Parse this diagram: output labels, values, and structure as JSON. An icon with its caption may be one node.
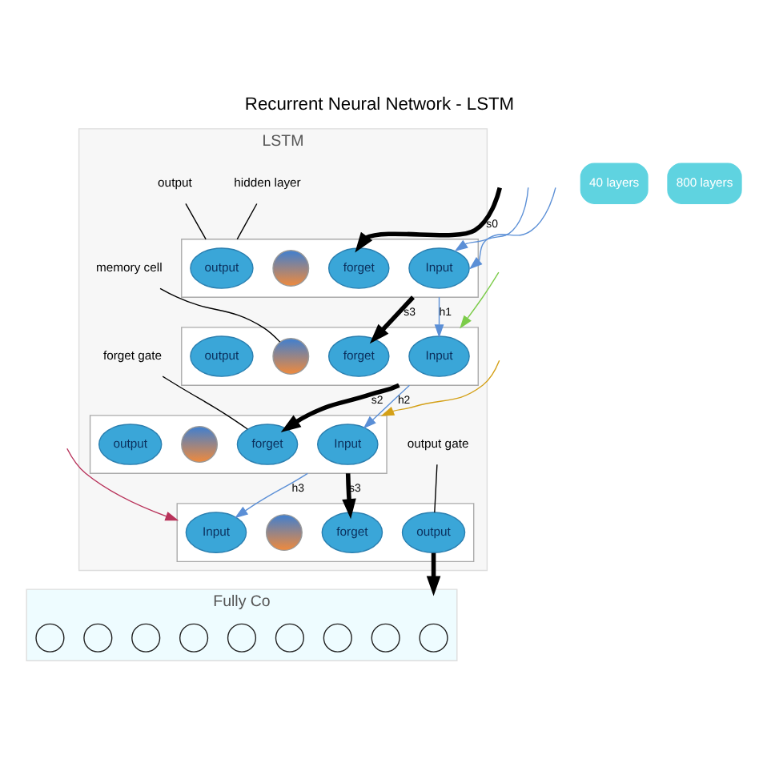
{
  "diagram": {
    "title": "Recurrent Neural Network - LSTM",
    "nodes": [
      {
        "text": [
          "LSTM"
        ]
      },
      {
        "text": [],
        "shape": "box",
        "in": 0
      },
      {
        "text": [
          "Input"
        ],
        "in": 1
      },
      {
        "text": [
          "forget"
        ],
        "in": 1
      },
      {
        "text": [],
        "shape": "circle",
        "in": 1
      },
      {
        "text": [
          "output"
        ],
        "in": 1
      },
      {
        "text": [],
        "shape": "box",
        "in": 0
      },
      {
        "text": [
          "Input"
        ],
        "in": 6
      },
      {
        "text": [
          "forget"
        ],
        "in": 6
      },
      {
        "text": [],
        "shape": "circle",
        "in": 6
      },
      {
        "text": [
          "output"
        ],
        "in": 6
      },
      {
        "text": [],
        "shape": "box",
        "in": 0
      },
      {
        "text": [
          "Input"
        ],
        "in": 11
      },
      {
        "text": [
          "forget"
        ],
        "in": 11
      },
      {
        "text": [],
        "shape": "circle",
        "in": 11
      },
      {
        "text": [
          "output"
        ],
        "in": 11
      },
      {
        "text": [],
        "shape": "box",
        "in": 0
      },
      {
        "text": [
          "Input"
        ],
        "in": 16
      },
      {
        "text": [
          "forget"
        ],
        "in": 16
      },
      {
        "text": [],
        "shape": "circle",
        "in": 16
      },
      {
        "text": [
          "output"
        ],
        "in": 16
      },
      {
        "text": [
          "Fully Co"
        ]
      },
      {
        "text": [],
        "shape": "circle",
        "in": 21
      },
      {
        "text": [],
        "shape": "circle",
        "in": 21
      },
      {
        "text": [],
        "shape": "circle",
        "in": 21
      },
      {
        "text": [],
        "shape": "circle",
        "in": 21
      },
      {
        "text": [],
        "shape": "circle",
        "in": 21
      },
      {
        "text": [],
        "shape": "circle",
        "in": 21
      },
      {
        "text": [],
        "shape": "circle",
        "in": 21
      },
      {
        "text": [],
        "shape": "circle",
        "in": 21
      },
      {
        "text": [],
        "shape": "circle",
        "in": 21
      },
      {
        "text": [
          "hidden layer"
        ],
        "in": 0
      },
      {
        "text": [
          "output"
        ],
        "in": 0
      },
      {
        "text": [
          "memory cell"
        ],
        "in": 0
      },
      {
        "text": [
          "output gate"
        ],
        "in": 0
      },
      {
        "text": [
          "forget gate"
        ],
        "in": 0
      }
    ],
    "edges": [
      {
        "from": null,
        "to": 3,
        "arrow": "to",
        "label": "s0",
        "style": "thick"
      },
      {
        "from": null,
        "to": 2,
        "arrow": "to",
        "color": "#5b8fd6"
      },
      {
        "from": null,
        "to": 2,
        "arrow": "to",
        "color": "#5b8fd6"
      },
      {
        "from": 1,
        "to": 7,
        "arrow": "to",
        "label": "h1",
        "color": "#5b8fd6"
      },
      {
        "from": 1,
        "to": 8,
        "arrow": "to",
        "label": "s3",
        "style": "thick"
      },
      {
        "from": null,
        "to": 6,
        "arrow": "to",
        "color": "#7ccc4a"
      },
      {
        "from": 6,
        "to": 12,
        "arrow": "to",
        "label": "h2",
        "color": "#5b8fd6"
      },
      {
        "from": 6,
        "to": 13,
        "arrow": "to",
        "label": "s2",
        "style": "thick"
      },
      {
        "from": null,
        "to": 11,
        "arrow": "to",
        "color": "#d4a017"
      },
      {
        "from": 11,
        "to": 17,
        "arrow": "to",
        "label": "h3",
        "color": "#5b8fd6"
      },
      {
        "from": 11,
        "to": 18,
        "arrow": "to",
        "label": "s3",
        "style": "thick"
      },
      {
        "from": null,
        "to": 16,
        "arrow": "to",
        "color": "#b8325a"
      },
      {
        "from": 20,
        "to": 21,
        "arrow": "to",
        "style": "thick"
      },
      {
        "from": 31,
        "to": 1,
        "arrow": "none"
      },
      {
        "from": 32,
        "to": 1,
        "arrow": "none"
      },
      {
        "from": 33,
        "to": 9,
        "arrow": "none"
      },
      {
        "from": 34,
        "to": 20,
        "arrow": "none"
      },
      {
        "from": 35,
        "to": 13,
        "arrow": "none"
      }
    ],
    "labels": [
      "40 layers",
      "800 layers"
    ]
  }
}
